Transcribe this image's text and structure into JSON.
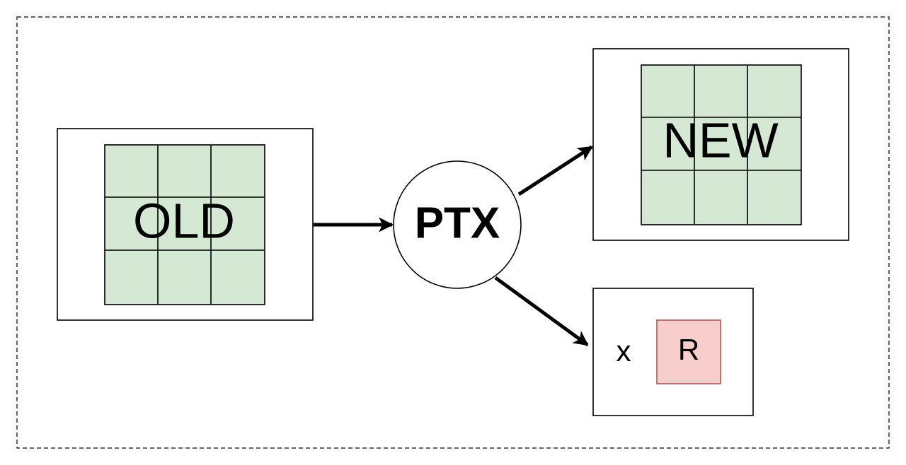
{
  "old_block": {
    "label": "OLD"
  },
  "process": {
    "label": "PTX"
  },
  "new_block": {
    "label": "NEW"
  },
  "result_block": {
    "multiplier_label": "x",
    "register_label": "R"
  },
  "colors": {
    "grid_fill": "#d5e8d4",
    "register_fill": "#f8cecc",
    "register_stroke": "#b85450",
    "line": "#000000",
    "frame": "#333333"
  }
}
